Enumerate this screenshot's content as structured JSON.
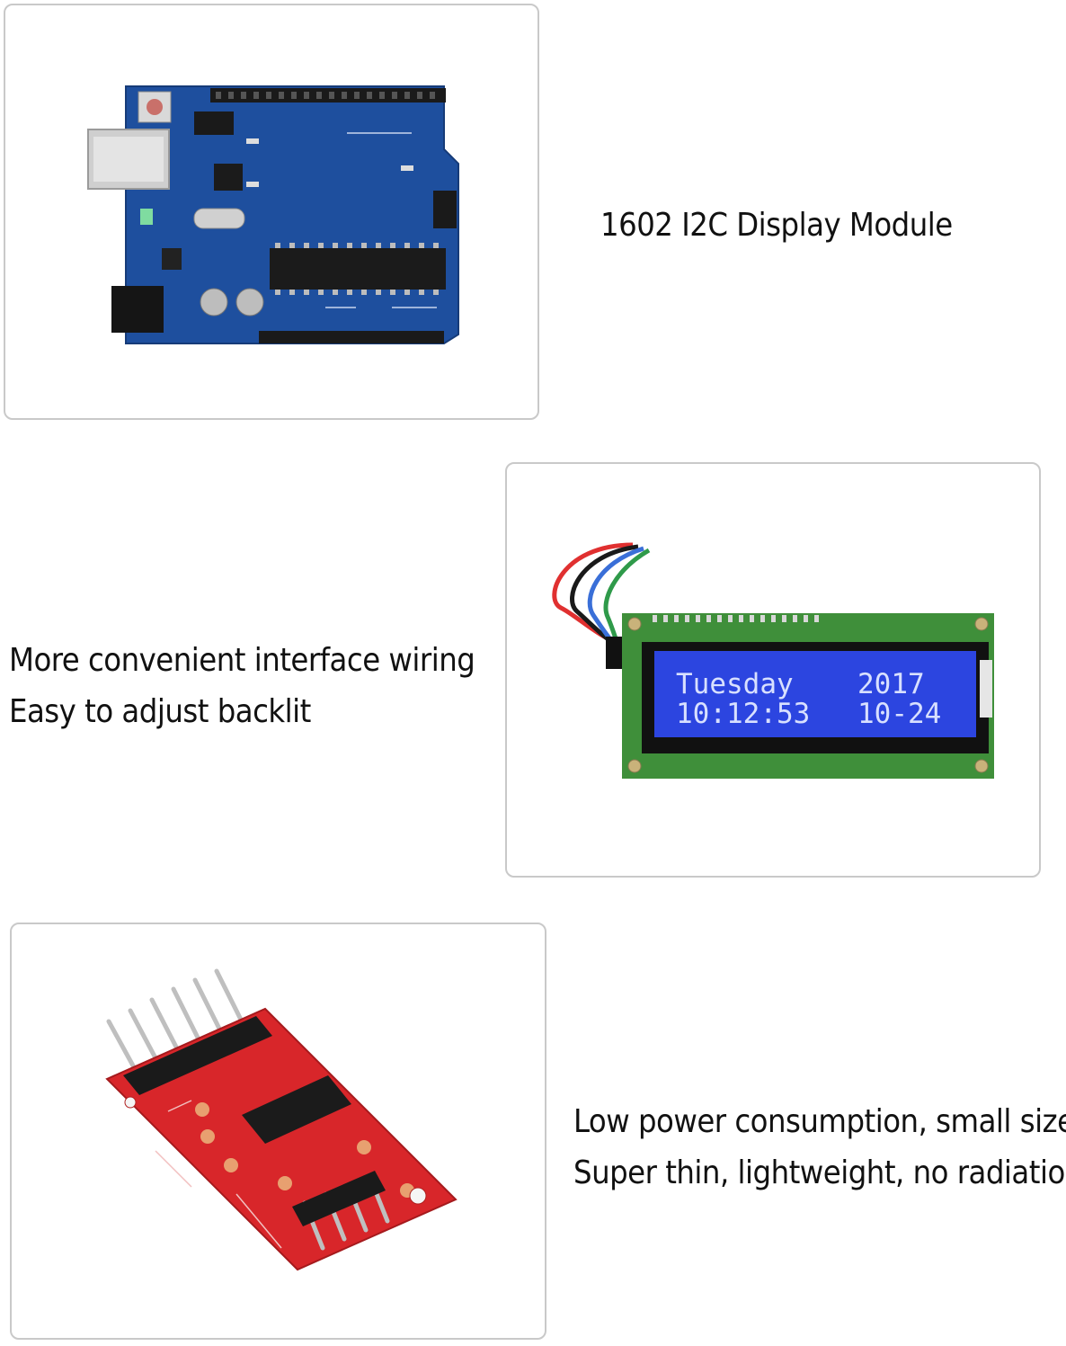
{
  "captions": {
    "module": "1602 I2C Display Module",
    "wiring": [
      "More convenient interface wiring",
      "Easy to adjust backlit"
    ],
    "power": [
      "Low power consumption, small size",
      "Super thin, lightweight, no radiation"
    ]
  },
  "lcd_screen": {
    "row1_left": "Tuesday",
    "row1_right": "2017",
    "row2_left": "10:12:53",
    "row2_right": "10-24"
  },
  "colors": {
    "arduino_blue": "#1e4f9e",
    "lcd_pcb_green": "#3f8f3a",
    "lcd_backlight": "#2c45e0",
    "hx711_red": "#d8262a"
  }
}
